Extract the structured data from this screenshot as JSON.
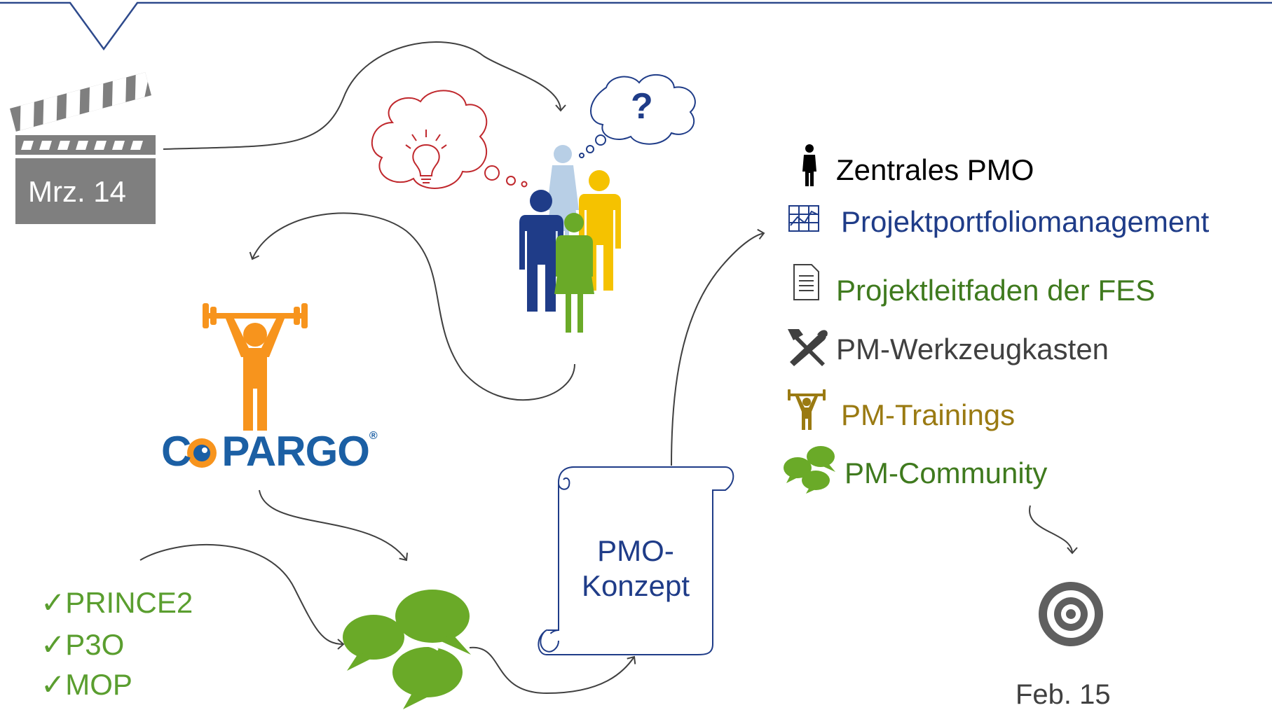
{
  "timeline": {
    "start_label": "Mrz. 14",
    "goal_label": "Feb. 15"
  },
  "brand": {
    "name_c": "C",
    "name_rest": "PARGO",
    "registered": "®"
  },
  "methods": [
    {
      "check": "✓",
      "label": "PRINCE2"
    },
    {
      "check": "✓",
      "label": "P3O"
    },
    {
      "check": "✓",
      "label": "MOP"
    }
  ],
  "concept": {
    "line1": "PMO-",
    "line2": "Konzept"
  },
  "question_mark": "?",
  "results": [
    {
      "label": "Zentrales PMO",
      "icon": "person-icon",
      "color": "#000000"
    },
    {
      "label": "Projektportfoliomanagement",
      "icon": "chart-icon",
      "color": "#1f3c88"
    },
    {
      "label": "Projektleitfaden der FES",
      "icon": "document-icon",
      "color": "#3f7a1e"
    },
    {
      "label": "PM-Werkzeugkasten",
      "icon": "tools-icon",
      "color": "#404040"
    },
    {
      "label": "PM-Trainings",
      "icon": "weightlifter-icon",
      "color": "#9a7a12"
    },
    {
      "label": "PM-Community",
      "icon": "chat-bubbles-icon",
      "color": "#3f7a1e"
    }
  ],
  "colors": {
    "frame": "#2e4a8c",
    "clapper": "#7f7f7f",
    "orange": "#f7941d",
    "green": "#6aaa28",
    "navy": "#1f3c88",
    "idea_red": "#c0282d"
  }
}
